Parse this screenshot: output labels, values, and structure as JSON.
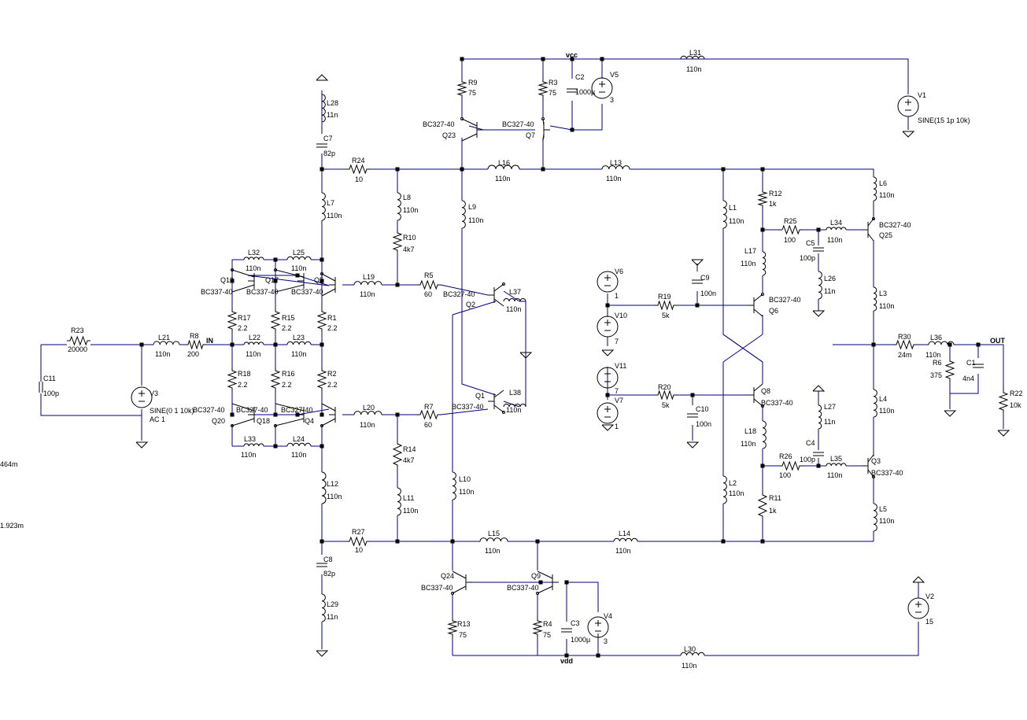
{
  "labels": [
    {
      "id": "vcc-net",
      "text": "vcc"
    },
    {
      "id": "vdd-net",
      "text": "vdd"
    },
    {
      "id": "in-net",
      "text": "IN"
    },
    {
      "id": "out-net",
      "text": "OUT"
    },
    {
      "id": "meas-1",
      "text": "464m"
    },
    {
      "id": "meas-2",
      "text": "1.923m"
    },
    {
      "id": "L31-ref",
      "text": "L31"
    },
    {
      "id": "L31-val",
      "text": "110n"
    },
    {
      "id": "L30-ref",
      "text": "L30"
    },
    {
      "id": "L30-val",
      "text": "110n"
    },
    {
      "id": "V1-ref",
      "text": "V1"
    },
    {
      "id": "V1-val",
      "text": "SINE(15 1p 10k)"
    },
    {
      "id": "V2-ref",
      "text": "V2"
    },
    {
      "id": "V2-val",
      "text": "15"
    },
    {
      "id": "V5-ref",
      "text": "V5"
    },
    {
      "id": "V5-val",
      "text": "3"
    },
    {
      "id": "V4-ref",
      "text": "V4"
    },
    {
      "id": "V4-val",
      "text": "3"
    },
    {
      "id": "C2-ref",
      "text": "C2"
    },
    {
      "id": "C2-val",
      "text": "1000µ"
    },
    {
      "id": "C3-ref",
      "text": "C3"
    },
    {
      "id": "C3-val",
      "text": "1000µ"
    },
    {
      "id": "R9-ref",
      "text": "R9"
    },
    {
      "id": "R9-val",
      "text": "75"
    },
    {
      "id": "R3-ref",
      "text": "R3"
    },
    {
      "id": "R3-val",
      "text": "75"
    },
    {
      "id": "R13-ref",
      "text": "R13"
    },
    {
      "id": "R13-val",
      "text": "75"
    },
    {
      "id": "R4-ref",
      "text": "R4"
    },
    {
      "id": "R4-val",
      "text": "75"
    },
    {
      "id": "Q23-type",
      "text": "BC327-40"
    },
    {
      "id": "Q23-ref",
      "text": "Q23"
    },
    {
      "id": "Q7-type",
      "text": "BC327-40"
    },
    {
      "id": "Q7-ref",
      "text": "Q7"
    },
    {
      "id": "Q24-ref",
      "text": "Q24"
    },
    {
      "id": "Q24-type",
      "text": "BC337-40"
    },
    {
      "id": "Q9-ref",
      "text": "Q9"
    },
    {
      "id": "Q9-type",
      "text": "BC337-40"
    },
    {
      "id": "L28-ref",
      "text": "L28"
    },
    {
      "id": "L28-val",
      "text": "11n"
    },
    {
      "id": "C7-ref",
      "text": "C7"
    },
    {
      "id": "C7-val",
      "text": "82p"
    },
    {
      "id": "R24-ref",
      "text": "R24"
    },
    {
      "id": "R24-val",
      "text": "10"
    },
    {
      "id": "L8-ref",
      "text": "L8"
    },
    {
      "id": "L8-val",
      "text": "110n"
    },
    {
      "id": "R10-ref",
      "text": "R10"
    },
    {
      "id": "R10-val",
      "text": "4k7"
    },
    {
      "id": "L9-ref",
      "text": "L9"
    },
    {
      "id": "L9-val",
      "text": "110n"
    },
    {
      "id": "L16-ref",
      "text": "L16"
    },
    {
      "id": "L16-val",
      "text": "110n"
    },
    {
      "id": "L13-ref",
      "text": "L13"
    },
    {
      "id": "L13-val",
      "text": "110n"
    },
    {
      "id": "L7-ref",
      "text": "L7"
    },
    {
      "id": "L7-val",
      "text": "110n"
    },
    {
      "id": "L32-ref",
      "text": "L32"
    },
    {
      "id": "L32-val",
      "text": "110n"
    },
    {
      "id": "L25-ref",
      "text": "L25"
    },
    {
      "id": "L25-val",
      "text": "110n"
    },
    {
      "id": "Q19-ref",
      "text": "Q19"
    },
    {
      "id": "Q19-type",
      "text": "BC337-40"
    },
    {
      "id": "Q17-ref",
      "text": "Q17"
    },
    {
      "id": "Q17-type",
      "text": "BC337-40"
    },
    {
      "id": "Q5-ref",
      "text": "Q5"
    },
    {
      "id": "Q5-type",
      "text": "BC337-40"
    },
    {
      "id": "L19-ref",
      "text": "L19"
    },
    {
      "id": "L19-val",
      "text": "110n"
    },
    {
      "id": "R5-ref",
      "text": "R5"
    },
    {
      "id": "R5-val",
      "text": "60"
    },
    {
      "id": "Q2-type",
      "text": "BC327-40"
    },
    {
      "id": "Q2-ref",
      "text": "Q2"
    },
    {
      "id": "L37-ref",
      "text": "L37"
    },
    {
      "id": "L37-val",
      "text": "110n"
    },
    {
      "id": "R17-ref",
      "text": "R17"
    },
    {
      "id": "R17-val",
      "text": "2.2"
    },
    {
      "id": "R15-ref",
      "text": "R15"
    },
    {
      "id": "R15-val",
      "text": "2.2"
    },
    {
      "id": "R1-ref",
      "text": "R1"
    },
    {
      "id": "R1-val",
      "text": "2.2"
    },
    {
      "id": "R23-ref",
      "text": "R23"
    },
    {
      "id": "R23-val",
      "text": "20000"
    },
    {
      "id": "L21-ref",
      "text": "L21"
    },
    {
      "id": "L21-val",
      "text": "110n"
    },
    {
      "id": "R8-ref",
      "text": "R8"
    },
    {
      "id": "R8-val",
      "text": "200"
    },
    {
      "id": "L22-ref",
      "text": "L22"
    },
    {
      "id": "L22-val",
      "text": "110n"
    },
    {
      "id": "L23-ref",
      "text": "L23"
    },
    {
      "id": "L23-val",
      "text": "110n"
    },
    {
      "id": "C11-ref",
      "text": "C11"
    },
    {
      "id": "C11-val",
      "text": "100p"
    },
    {
      "id": "V3-ref",
      "text": "V3"
    },
    {
      "id": "V3-val",
      "text": "SINE(0 1 10k)"
    },
    {
      "id": "V3-ac",
      "text": "AC 1"
    },
    {
      "id": "R18-ref",
      "text": "R18"
    },
    {
      "id": "R18-val",
      "text": "2.2"
    },
    {
      "id": "R16-ref",
      "text": "R16"
    },
    {
      "id": "R16-val",
      "text": "2.2"
    },
    {
      "id": "R2-ref",
      "text": "R2"
    },
    {
      "id": "R2-val",
      "text": "2.2"
    },
    {
      "id": "Q20-type",
      "text": "BC327-40"
    },
    {
      "id": "Q20-ref",
      "text": "Q20"
    },
    {
      "id": "Q18-type",
      "text": "BC327-40"
    },
    {
      "id": "Q18-ref",
      "text": "Q18"
    },
    {
      "id": "Q4-type",
      "text": "BC327-40"
    },
    {
      "id": "Q4-ref",
      "text": "Q4"
    },
    {
      "id": "L20-ref",
      "text": "L20"
    },
    {
      "id": "L20-val",
      "text": "110n"
    },
    {
      "id": "R7-ref",
      "text": "R7"
    },
    {
      "id": "R7-val",
      "text": "60"
    },
    {
      "id": "Q1-ref",
      "text": "Q1"
    },
    {
      "id": "Q1-type",
      "text": "BC337-40"
    },
    {
      "id": "L38-ref",
      "text": "L38"
    },
    {
      "id": "L38-val",
      "text": "110n"
    },
    {
      "id": "L33-ref",
      "text": "L33"
    },
    {
      "id": "L33-val",
      "text": "110n"
    },
    {
      "id": "L24-ref",
      "text": "L24"
    },
    {
      "id": "L24-val",
      "text": "110n"
    },
    {
      "id": "R14-ref",
      "text": "R14"
    },
    {
      "id": "R14-val",
      "text": "4k7"
    },
    {
      "id": "L11-ref",
      "text": "L11"
    },
    {
      "id": "L11-val",
      "text": "110n"
    },
    {
      "id": "L10-ref",
      "text": "L10"
    },
    {
      "id": "L10-val",
      "text": "110n"
    },
    {
      "id": "L12-ref",
      "text": "L12"
    },
    {
      "id": "L12-val",
      "text": "110n"
    },
    {
      "id": "R27-ref",
      "text": "R27"
    },
    {
      "id": "R27-val",
      "text": "10"
    },
    {
      "id": "L15-ref",
      "text": "L15"
    },
    {
      "id": "L15-val",
      "text": "110n"
    },
    {
      "id": "L14-ref",
      "text": "L14"
    },
    {
      "id": "L14-val",
      "text": "110n"
    },
    {
      "id": "C8-ref",
      "text": "C8"
    },
    {
      "id": "C8-val",
      "text": "82p"
    },
    {
      "id": "L29-ref",
      "text": "L29"
    },
    {
      "id": "L29-val",
      "text": "11n"
    },
    {
      "id": "V6-ref",
      "text": "V6"
    },
    {
      "id": "V6-val",
      "text": "1"
    },
    {
      "id": "V10-ref",
      "text": "V10"
    },
    {
      "id": "V10-val",
      "text": "7"
    },
    {
      "id": "V11-ref",
      "text": "V11"
    },
    {
      "id": "V11-val",
      "text": "7"
    },
    {
      "id": "V7-ref",
      "text": "V7"
    },
    {
      "id": "V7-val",
      "text": "1"
    },
    {
      "id": "R19-ref",
      "text": "R19"
    },
    {
      "id": "R19-val",
      "text": "5k"
    },
    {
      "id": "C9-ref",
      "text": "C9"
    },
    {
      "id": "C9-val",
      "text": "100n"
    },
    {
      "id": "R20-ref",
      "text": "R20"
    },
    {
      "id": "R20-val",
      "text": "5k"
    },
    {
      "id": "C10-ref",
      "text": "C10"
    },
    {
      "id": "C10-val",
      "text": "100n"
    },
    {
      "id": "L1-ref",
      "text": "L1"
    },
    {
      "id": "L1-val",
      "text": "110n"
    },
    {
      "id": "L2-ref",
      "text": "L2"
    },
    {
      "id": "L2-val",
      "text": "110n"
    },
    {
      "id": "R12-ref",
      "text": "R12"
    },
    {
      "id": "R12-val",
      "text": "1k"
    },
    {
      "id": "R25-ref",
      "text": "R25"
    },
    {
      "id": "R25-val",
      "text": "100"
    },
    {
      "id": "L34-ref",
      "text": "L34"
    },
    {
      "id": "L34-val",
      "text": "110n"
    },
    {
      "id": "C5-ref",
      "text": "C5"
    },
    {
      "id": "C5-val",
      "text": "100p"
    },
    {
      "id": "L26-ref",
      "text": "L26"
    },
    {
      "id": "L26-val",
      "text": "11n"
    },
    {
      "id": "L17-ref",
      "text": "L17"
    },
    {
      "id": "L17-val",
      "text": "110n"
    },
    {
      "id": "Q6-type",
      "text": "BC327-40"
    },
    {
      "id": "Q6-ref",
      "text": "Q6"
    },
    {
      "id": "Q8-ref",
      "text": "Q8"
    },
    {
      "id": "Q8-type",
      "text": "BC337-40"
    },
    {
      "id": "L27-ref",
      "text": "L27"
    },
    {
      "id": "L27-val",
      "text": "11n"
    },
    {
      "id": "L18-ref",
      "text": "L18"
    },
    {
      "id": "L18-val",
      "text": "110n"
    },
    {
      "id": "C4-ref",
      "text": "C4"
    },
    {
      "id": "C4-val",
      "text": "100p"
    },
    {
      "id": "R26-ref",
      "text": "R26"
    },
    {
      "id": "R26-val",
      "text": "100"
    },
    {
      "id": "L35-ref",
      "text": "L35"
    },
    {
      "id": "L35-val",
      "text": "110n"
    },
    {
      "id": "R11-ref",
      "text": "R11"
    },
    {
      "id": "R11-val",
      "text": "1k"
    },
    {
      "id": "L6-ref",
      "text": "L6"
    },
    {
      "id": "L6-val",
      "text": "110n"
    },
    {
      "id": "Q25-type",
      "text": "BC327-40"
    },
    {
      "id": "Q25-ref",
      "text": "Q25"
    },
    {
      "id": "L3-ref",
      "text": "L3"
    },
    {
      "id": "L3-val",
      "text": "110n"
    },
    {
      "id": "L4-ref",
      "text": "L4"
    },
    {
      "id": "L4-val",
      "text": "110n"
    },
    {
      "id": "Q3-ref",
      "text": "Q3"
    },
    {
      "id": "Q3-type",
      "text": "BC337-40"
    },
    {
      "id": "L5-ref",
      "text": "L5"
    },
    {
      "id": "L5-val",
      "text": "110n"
    },
    {
      "id": "R30-ref",
      "text": "R30"
    },
    {
      "id": "R30-val",
      "text": "24m"
    },
    {
      "id": "L36-ref",
      "text": "L36"
    },
    {
      "id": "L36-val",
      "text": "110n"
    },
    {
      "id": "R6-ref",
      "text": "R6"
    },
    {
      "id": "R6-val",
      "text": "375"
    },
    {
      "id": "C1-ref",
      "text": "C1"
    },
    {
      "id": "C1-val",
      "text": "4n4"
    },
    {
      "id": "R22-ref",
      "text": "R22"
    },
    {
      "id": "R22-val",
      "text": "10k"
    }
  ]
}
